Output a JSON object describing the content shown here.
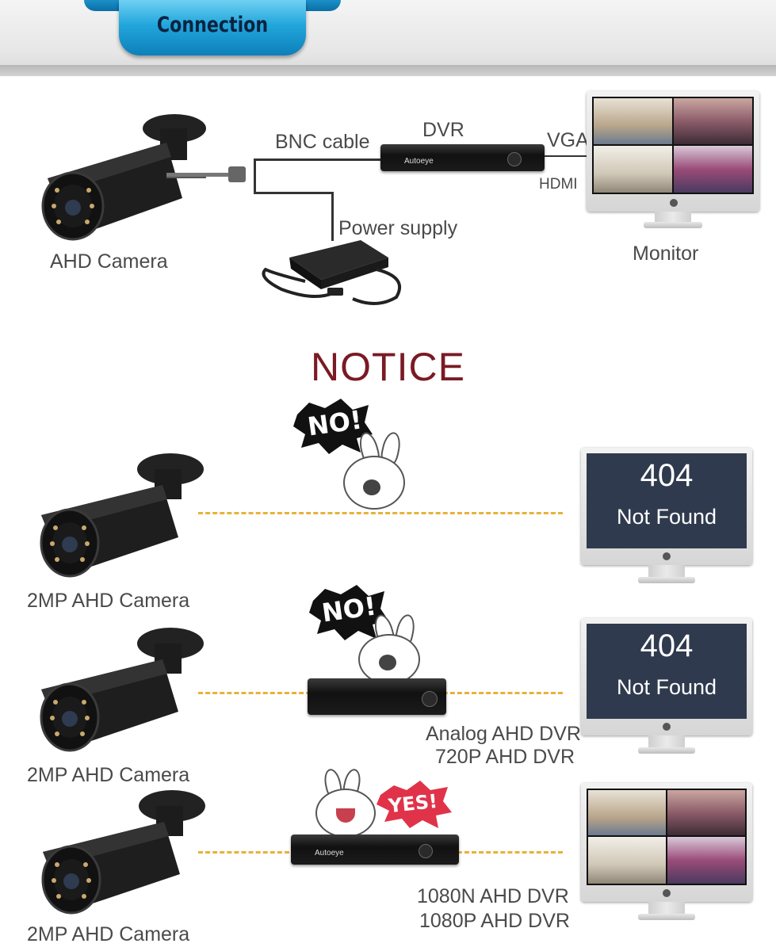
{
  "header": {
    "title": "Connection"
  },
  "top_diagram": {
    "camera_label": "AHD Camera",
    "bnc_label": "BNC cable",
    "dvr_label": "DVR",
    "dvr_brand": "Autoeye",
    "vga_label": "VGA",
    "hdmi_label": "HDMI",
    "power_label": "Power supply",
    "monitor_label": "Monitor"
  },
  "notice": {
    "title": "NOTICE",
    "rows": [
      {
        "camera_label": "2MP AHD Camera",
        "exclaim": "NO!",
        "dvr_lines": [],
        "monitor": {
          "code": "404",
          "text": "Not Found"
        }
      },
      {
        "camera_label": "2MP AHD Camera",
        "exclaim": "NO!",
        "dvr_lines": [
          "Analog AHD DVR",
          "720P AHD DVR"
        ],
        "monitor": {
          "code": "404",
          "text": "Not Found"
        }
      },
      {
        "camera_label": "2MP AHD Camera",
        "exclaim": "YES!",
        "dvr_brand": "Autoeye",
        "dvr_lines": [
          "1080N AHD DVR",
          "1080P AHD DVR"
        ],
        "monitor": {
          "code": "",
          "text": ""
        }
      }
    ]
  },
  "colors": {
    "tab_blue": "#21a6dc",
    "notice_red": "#7a1a24",
    "dash_gold": "#e7b23a",
    "error_screen": "#2f3a4e",
    "yes_burst": "#e0334a"
  }
}
